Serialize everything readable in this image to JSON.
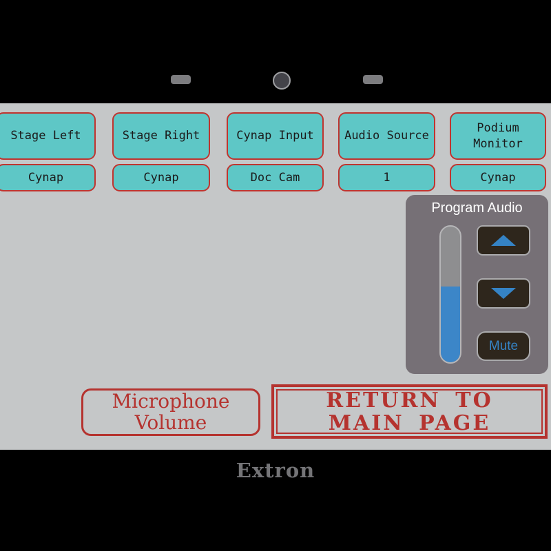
{
  "bezel": {
    "left_vent_icon": "speaker-vent",
    "camera_icon": "camera",
    "right_vent_icon": "speaker-vent"
  },
  "sources": [
    {
      "name": "Stage Left",
      "value": "Cynap"
    },
    {
      "name": "Stage Right",
      "value": "Cynap"
    },
    {
      "name": "Cynap Input",
      "value": "Doc Cam"
    },
    {
      "name": "Audio Source",
      "value": "1"
    },
    {
      "name": "Podium Monitor",
      "value": "Cynap"
    }
  ],
  "program_audio": {
    "title": "Program Audio",
    "up_icon": "triangle-up",
    "down_icon": "triangle-down",
    "mute_label": "Mute",
    "slider": {
      "fill_percent": 56
    }
  },
  "mic_volume": {
    "line1": "Microphone",
    "line2": "Volume"
  },
  "return_button": {
    "line1": "RETURN TO",
    "line2": "MAIN PAGE"
  },
  "footer": {
    "brand": "Extron"
  },
  "colors": {
    "teal_button": "#5ec7c6",
    "red_accent": "#b5332f",
    "red_border": "#c0342f",
    "blue_accent": "#3583c5",
    "touch_area_gray": "#c5c7c8",
    "audio_panel_gray": "#767076",
    "dark_button": "#2e261c"
  }
}
